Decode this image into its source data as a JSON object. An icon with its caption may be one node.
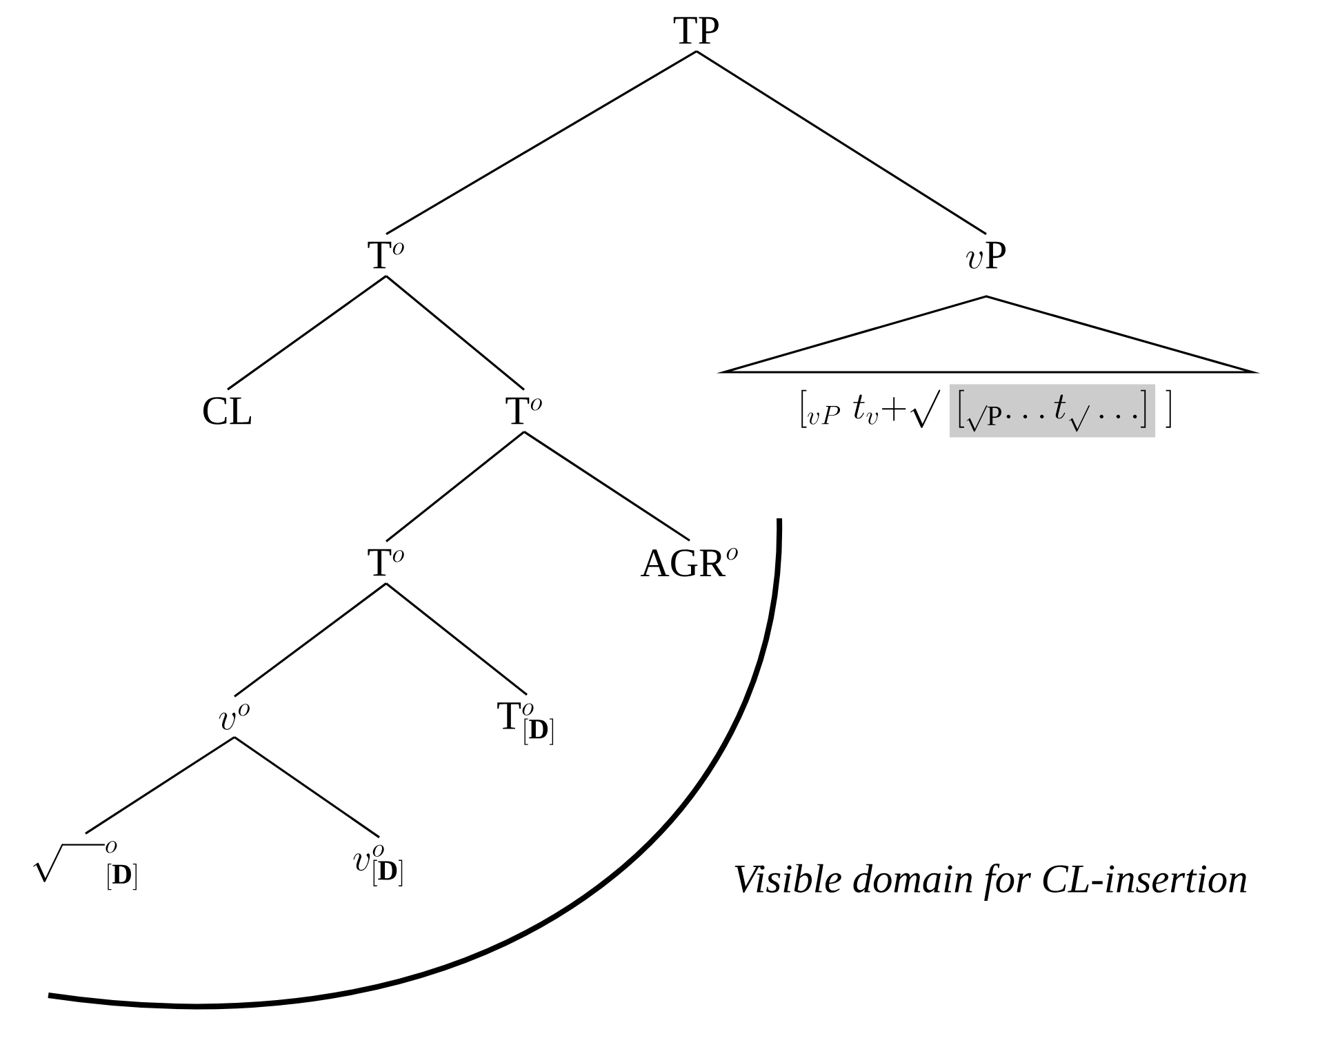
{
  "diagram": {
    "nodes": [
      {
        "text": [
          "TP"
        ]
      },
      {
        "text": [
          "\\mathrm{T}^{o}"
        ]
      },
      {
        "text": [
          "v\\mathrm{P}"
        ]
      },
      {
        "text": [
          "[_{vP}\\; t_{v}{+}\\surd",
          "[_{\\surd\\mathrm{P}} \\ldots t_{\\surd} \\ldots]",
          "]"
        ]
      },
      {
        "text": [
          "CL"
        ]
      },
      {
        "text": [
          "\\mathrm{T}^{o}"
        ]
      },
      {
        "text": [
          "\\mathrm{T}^{o}"
        ]
      },
      {
        "text": [
          "\\mathrm{AGR}^{o}"
        ]
      },
      {
        "text": [
          "v^{o}"
        ]
      },
      {
        "text": [
          "\\mathrm{T}^{o}_{[\\mathbf{D}]}"
        ]
      },
      {
        "text": [
          "\\sqrt{\\phantom{xx}}^{o}_{[\\mathbf{D}]}"
        ]
      },
      {
        "text": [
          "v^{o}_{[\\mathbf{D}]}"
        ]
      }
    ],
    "edges": [
      {
        "from": 0,
        "to": 1,
        "arrow": "none"
      },
      {
        "from": 0,
        "to": 2,
        "arrow": "none"
      },
      {
        "from": 1,
        "to": 4,
        "arrow": "none"
      },
      {
        "from": 1,
        "to": 5,
        "arrow": "none"
      },
      {
        "from": 5,
        "to": 6,
        "arrow": "none"
      },
      {
        "from": 5,
        "to": 7,
        "arrow": "none"
      },
      {
        "from": 6,
        "to": 8,
        "arrow": "none"
      },
      {
        "from": 6,
        "to": 9,
        "arrow": "none"
      },
      {
        "from": 8,
        "to": 10,
        "arrow": "none"
      },
      {
        "from": 8,
        "to": 11,
        "arrow": "none"
      }
    ],
    "labels": [
      "Visible domain for CL-insertion"
    ]
  }
}
